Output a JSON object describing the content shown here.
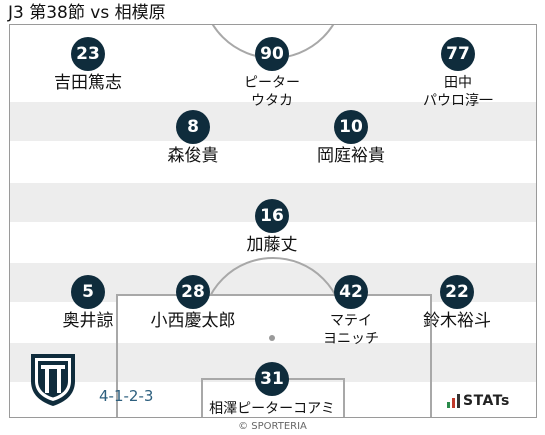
{
  "header": {
    "title": "J3 第38節 vs 相模原"
  },
  "formation": "4-1-2-3",
  "players": [
    {
      "number": "23",
      "name": "吉田篤志"
    },
    {
      "number": "90",
      "name": "ピーター\nウタカ"
    },
    {
      "number": "77",
      "name": "田中\nパウロ淳一"
    },
    {
      "number": "8",
      "name": "森俊貴"
    },
    {
      "number": "10",
      "name": "岡庭裕貴"
    },
    {
      "number": "16",
      "name": "加藤丈"
    },
    {
      "number": "5",
      "name": "奥井諒"
    },
    {
      "number": "28",
      "name": "小西慶太郎"
    },
    {
      "number": "42",
      "name": "マテイ\nヨニッチ"
    },
    {
      "number": "22",
      "name": "鈴木裕斗"
    },
    {
      "number": "31",
      "name": "相澤ピーターコアミ"
    }
  ],
  "branding": {
    "stats_logo": "STATs",
    "credit": "© SPORTERIA"
  },
  "colors": {
    "badge": "#0f2c3c",
    "formation_text": "#2d5f7e",
    "stripe": "#ededed"
  },
  "icons": {
    "team_crest": "team-crest-icon",
    "stats_bars": "stats-bars-icon"
  }
}
